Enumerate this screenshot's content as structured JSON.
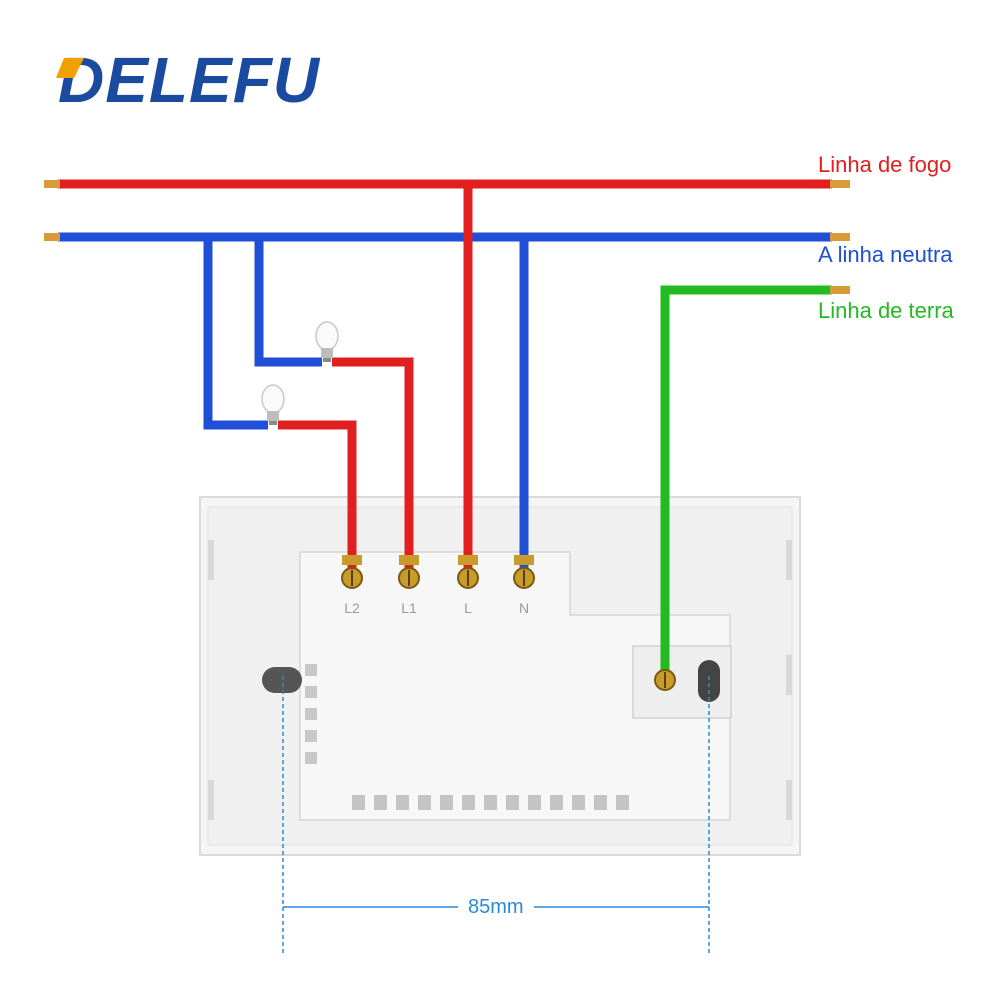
{
  "brand": {
    "name": "DELEFU",
    "color": "#1a4ba0",
    "accent_color": "#f0a100"
  },
  "wires": {
    "live": {
      "label": "Linha de fogo",
      "color": "#e02020"
    },
    "neutral": {
      "label": "A linha neutra",
      "color": "#1f4fd6"
    },
    "ground": {
      "label": "Linha de terra",
      "color": "#22bb22"
    }
  },
  "terminals": [
    "L2",
    "L1",
    "L",
    "N"
  ],
  "lamps": [
    {
      "icon": "light-bulb-icon"
    },
    {
      "icon": "light-bulb-icon"
    }
  ],
  "dimension": {
    "label": "85mm",
    "color": "#2a8ad8"
  },
  "colors": {
    "terminal_brass": "#c89b2a",
    "plate": "#f2f2f2",
    "plate_border": "#dcdcdc"
  }
}
